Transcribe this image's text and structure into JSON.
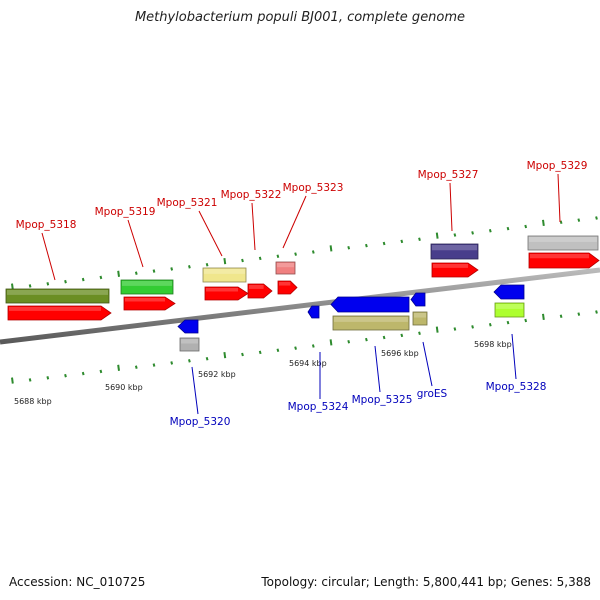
{
  "title": "Methylobacterium populi BJ001, complete genome",
  "footer": {
    "accession": "Accession: NC_010725",
    "summary": "Topology: circular; Length: 5,800,441 bp; Genes: 5,388"
  },
  "colors": {
    "forward_label": "#cc0000",
    "reverse_label": "#0000bb",
    "tick": "#2e8b2e",
    "backbone": "#8c8c8c",
    "cds": "#ff0000",
    "reverse_cds": "#0000ee"
  },
  "scale_labels": [
    "5688 kbp",
    "5690 kbp",
    "5692 kbp",
    "5694 kbp",
    "5696 kbp",
    "5698 kbp"
  ],
  "genes_forward": [
    {
      "name": "Mpop_5318",
      "feature_color": "#6b8e23"
    },
    {
      "name": "Mpop_5319",
      "feature_color": "#33cc33"
    },
    {
      "name": "Mpop_5321",
      "feature_color": "#f0e68c"
    },
    {
      "name": "Mpop_5322",
      "feature_color": ""
    },
    {
      "name": "Mpop_5323",
      "feature_color": "#f08080"
    },
    {
      "name": "Mpop_5327",
      "feature_color": "#483d8b"
    },
    {
      "name": "Mpop_5329",
      "feature_color": "#c0c0c0"
    }
  ],
  "genes_reverse": [
    {
      "name": "Mpop_5320",
      "feature_color": "#b0b0b0"
    },
    {
      "name": "Mpop_5324",
      "feature_color": ""
    },
    {
      "name": "Mpop_5325",
      "feature_color": "#bdb76b"
    },
    {
      "name": "groES",
      "feature_color": "#bdb76b"
    },
    {
      "name": "Mpop_5328",
      "feature_color": "#adff2f"
    }
  ]
}
